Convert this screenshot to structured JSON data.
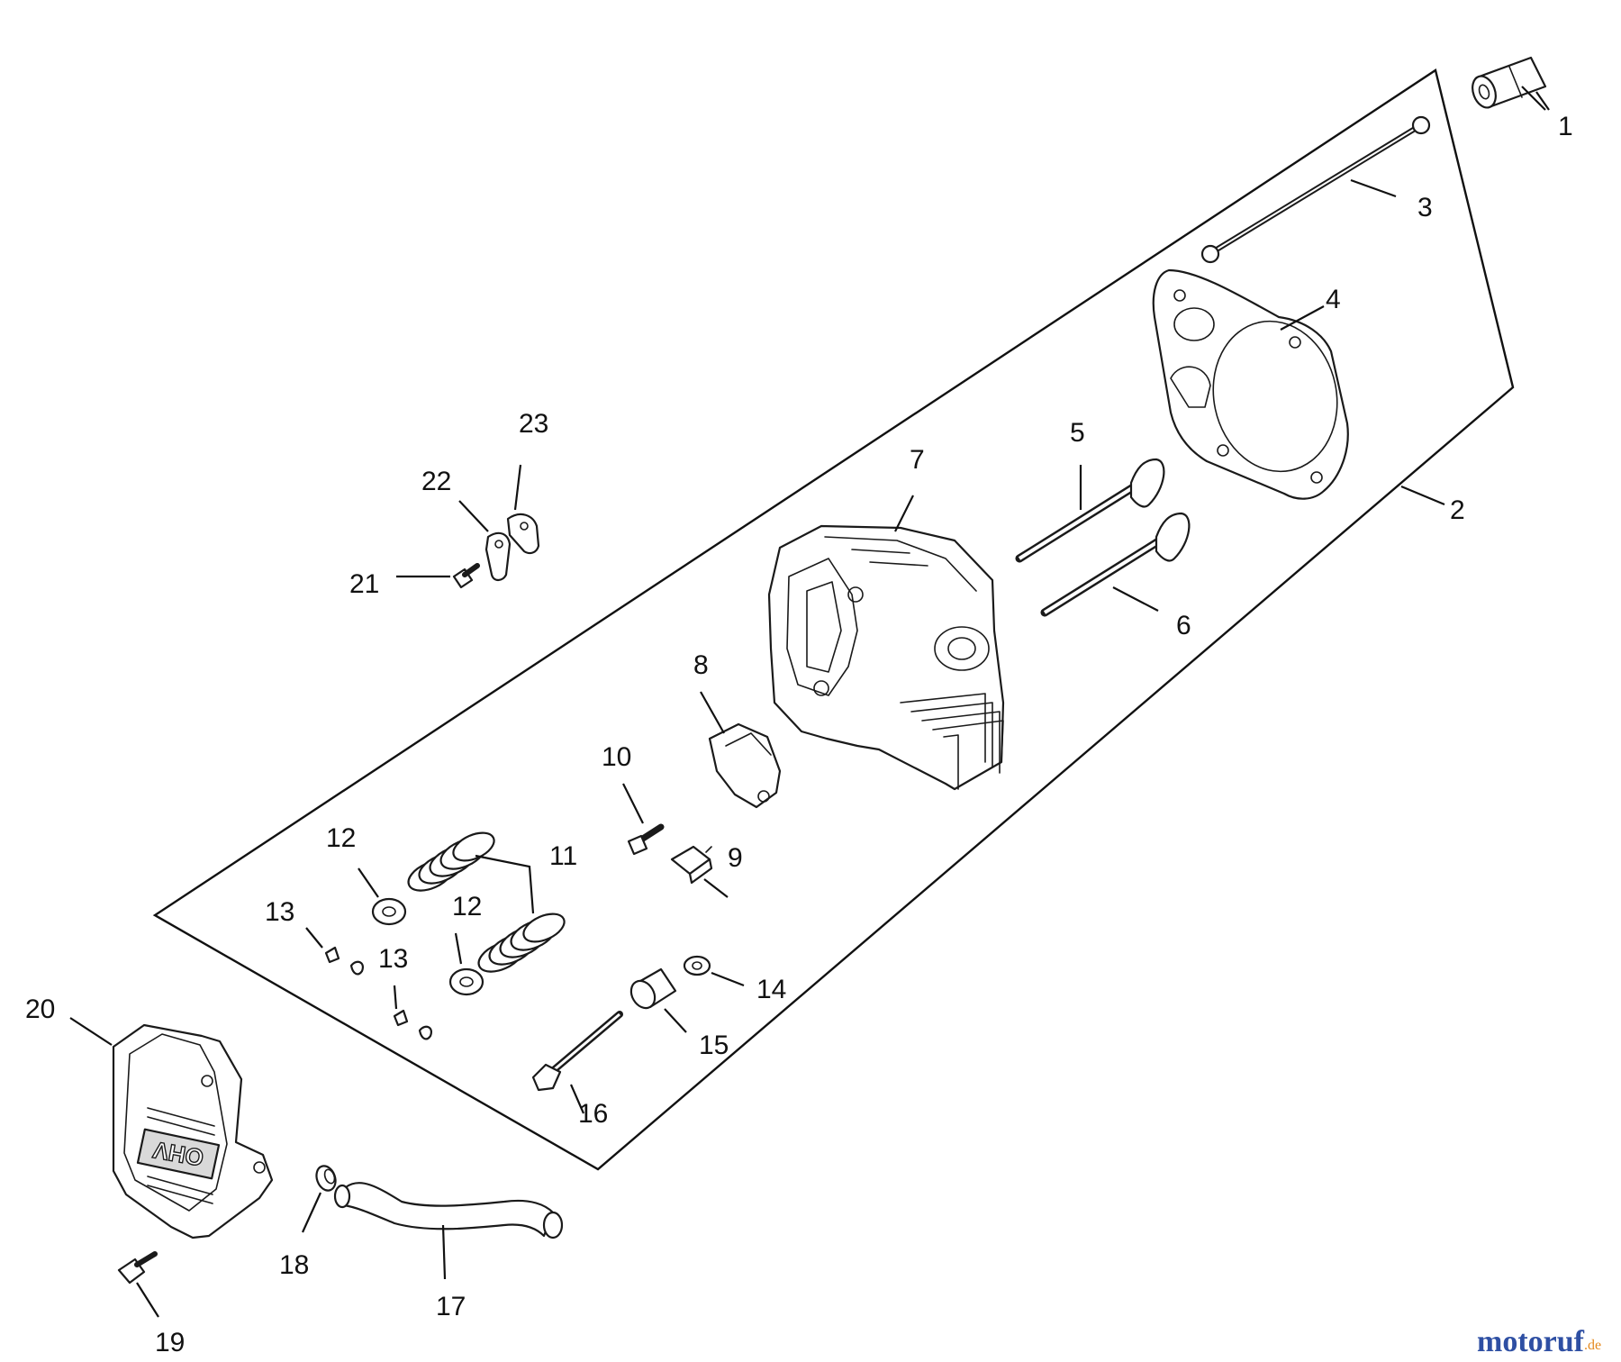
{
  "diagram": {
    "callouts": [
      "1",
      "2",
      "3",
      "4",
      "5",
      "6",
      "7",
      "8",
      "9",
      "10",
      "11",
      "12",
      "12",
      "13",
      "13",
      "14",
      "15",
      "16",
      "17",
      "18",
      "19",
      "20",
      "21",
      "22",
      "23"
    ],
    "cover_marking": "OHV",
    "watermark": {
      "main": "motoruf",
      "suffix": ".de"
    },
    "colors": {
      "line": "#111111",
      "fill": "#ffffff",
      "shade": "#d9d9d9",
      "watermark_blue": "#2e4fa3",
      "watermark_orange": "#e58a1f"
    }
  }
}
